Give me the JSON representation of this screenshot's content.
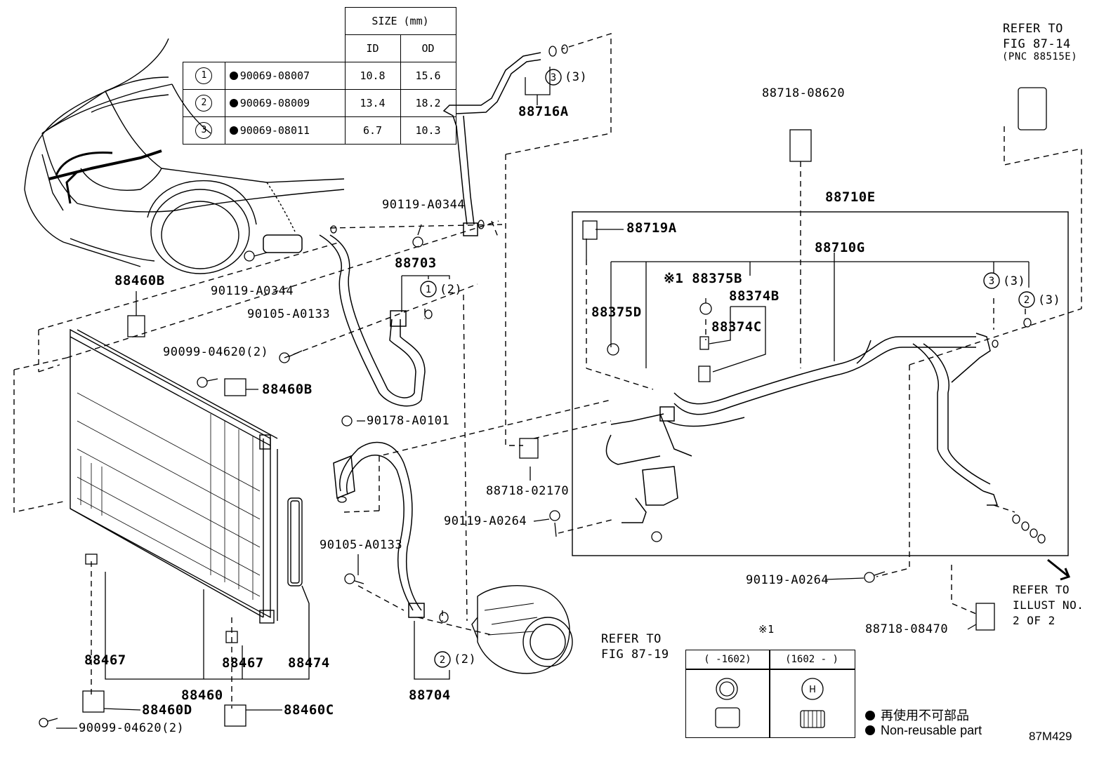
{
  "size_table": {
    "header": "SIZE (mm)",
    "col_id": "ID",
    "col_od": "OD",
    "rows": [
      {
        "num": "1",
        "part": "90069-08007",
        "id": "10.8",
        "od": "15.6"
      },
      {
        "num": "2",
        "part": "90069-08009",
        "id": "13.4",
        "od": "18.2"
      },
      {
        "num": "3",
        "part": "90069-08011",
        "id": "6.7",
        "od": "10.3"
      }
    ]
  },
  "labels": {
    "p88716A": "88716A",
    "ring3_3_top": "(3)",
    "p88718_08620": "88718-08620",
    "refer_87_14": "REFER TO\nFIG 87-14",
    "pnc_88515E": "(PNC 88515E)",
    "p88710E": "88710E",
    "p88719A": "88719A",
    "p88710G": "88710G",
    "p88375B": "※1 88375B",
    "p88374B": "88374B",
    "p88375D": "88375D",
    "p88374C": "88374C",
    "ring3_right": "(3)",
    "ring2_right": "(3)",
    "p90119_A0344_a": "90119-A0344",
    "p88703": "88703",
    "ring1_2": "(2)",
    "p88460B_top": "88460B",
    "p90119_A0344_b": "90119-A0344",
    "p90105_A0133_a": "90105-A0133",
    "p90099_04620_a": "90099-04620(2)",
    "p88460B_mid": "88460B",
    "p90178_A0101": "90178-A0101",
    "p88718_02170": "88718-02170",
    "p90119_A0264_a": "90119-A0264",
    "p90105_A0133_b": "90105-A0133",
    "p90119_A0264_b": "90119-A0264",
    "refer_illust": "REFER TO\nILLUST NO.\n2 OF 2",
    "p88718_08470": "88718-08470",
    "refer_87_19": "REFER TO\nFIG 87-19",
    "ring2_2": "(2)",
    "p88704": "88704",
    "p88467_a": "88467",
    "p88467_b": "88467",
    "p88474": "88474",
    "p88460": "88460",
    "p88460D": "88460D",
    "p88460C": "88460C",
    "p90099_04620_b": "90099-04620(2)",
    "note_mark": "※1",
    "fig_code": "87M429"
  },
  "date_box": {
    "left_header": "(   -1602)",
    "right_header": "(1602 -   )"
  },
  "legend": {
    "jp": "再使用不可部品",
    "en": "Non-reusable part"
  }
}
